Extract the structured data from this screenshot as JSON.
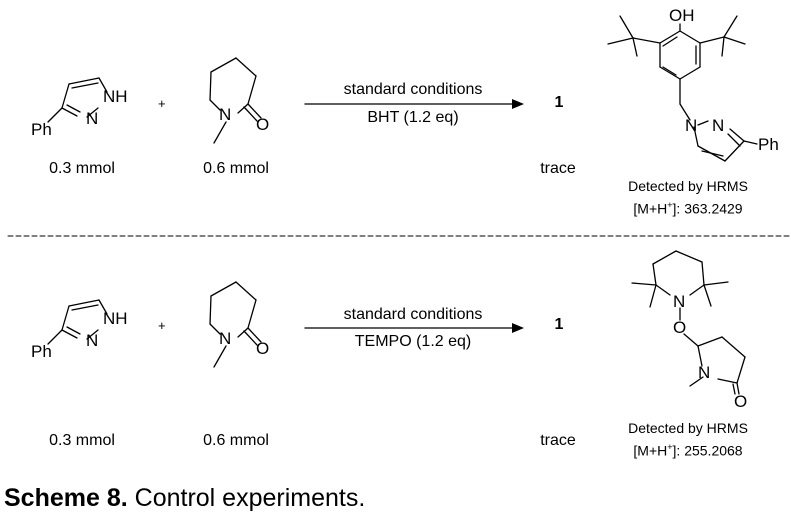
{
  "reaction1": {
    "reactant1_amount": "0.3 mmol",
    "reactant2_amount": "0.6 mmol",
    "plus": "+",
    "condition_above": "standard conditions",
    "condition_below": "BHT (1.2 eq)",
    "product": "1",
    "yield": "trace",
    "detected": "Detected by HRMS",
    "mh_label_pre": "[M+H",
    "mh_label_sup": "+",
    "mh_label_post": "]: 363.2429"
  },
  "reaction2": {
    "reactant1_amount": "0.3 mmol",
    "reactant2_amount": "0.6 mmol",
    "plus": "+",
    "condition_above": "standard conditions",
    "condition_below": "TEMPO (1.2 eq)",
    "product": "1",
    "yield": "trace",
    "detected": "Detected by HRMS",
    "mh_label_pre": "[M+H",
    "mh_label_sup": "+",
    "mh_label_post": "]: 255.2068"
  },
  "atoms": {
    "nh": "NH",
    "n": "N",
    "ph": "Ph",
    "o": "O",
    "oh": "OH"
  },
  "caption": {
    "number": "Scheme 8.",
    "text": " Control experiments."
  }
}
